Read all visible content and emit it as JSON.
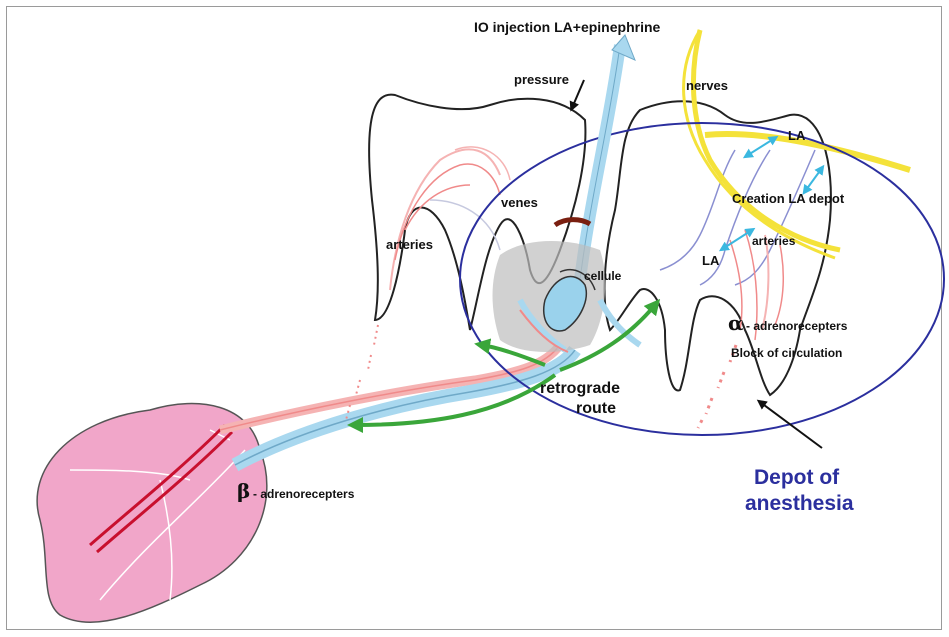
{
  "labels": {
    "injection": "IO injection LA+epinephrine",
    "pressure": "pressure",
    "nerves": "nerves",
    "la_top": "LA",
    "creation_depot": "Creation LA depot",
    "arteries_right": "arteries",
    "la_left": "LA",
    "venes": "venes",
    "arteries_left": "arteries",
    "cellule": "cellule",
    "alpha_symbol": "α",
    "alpha_text": "- adrenorecepters",
    "block": "Block of circulation",
    "retrograde_1": "retrograde",
    "retrograde_2": "route",
    "depot_1": "Depot of",
    "depot_2": "anesthesia",
    "beta_symbol": "β",
    "beta_text": "- adrenorecepters"
  },
  "colors": {
    "heart": "#f1a6c9",
    "artery": "#f08a8a",
    "artery_dark": "#c8102e",
    "vein": "#a9d8ef",
    "nerve": "#f4e23a",
    "arrow_green": "#3aa63a",
    "ellipse": "#2b2f9e",
    "depot_text": "#2b2f9e",
    "outline": "#222222",
    "cyan_arrow": "#3bb8e0",
    "bone_grey": "#bdbdbd"
  },
  "icons": [
    "black-arrow-icon",
    "green-arrow-icon",
    "cyan-double-arrow-icon"
  ]
}
